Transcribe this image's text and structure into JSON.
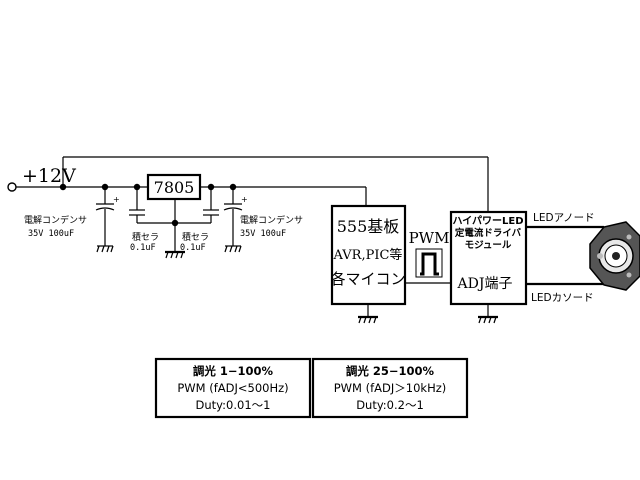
{
  "supply": {
    "label": "+12V"
  },
  "regulator": {
    "label": "7805"
  },
  "capacitors": {
    "electrolytic_left": {
      "name": "電解コンデンサ",
      "value": "35V 100uF"
    },
    "ceramic_left": {
      "name": "積セラ",
      "value": "0.1uF"
    },
    "ceramic_right": {
      "name": "積セラ",
      "value": "0.1uF"
    },
    "electrolytic_right": {
      "name": "電解コンデンサ",
      "value": "35V 100uF"
    }
  },
  "controller": {
    "line1": "555基板",
    "line2": "AVR,PIC等",
    "line3": "各マイコン"
  },
  "pwm": {
    "label": "PWM"
  },
  "driver": {
    "line1": "ハイパワーLED",
    "line2": "定電流ドライバ",
    "line3": "モジュール",
    "adj": "ADJ端子"
  },
  "led": {
    "anode": "LEDアノード",
    "cathode": "LEDカソード"
  },
  "notes": [
    {
      "title": "調光  1−100%",
      "pwm": "PWM (fADJ<500Hz)",
      "duty": "Duty:0.01〜1"
    },
    {
      "title": "調光  25−100%",
      "pwm": "PWM (fADJ＞10kHz)",
      "duty": "Duty:0.2〜1"
    }
  ]
}
